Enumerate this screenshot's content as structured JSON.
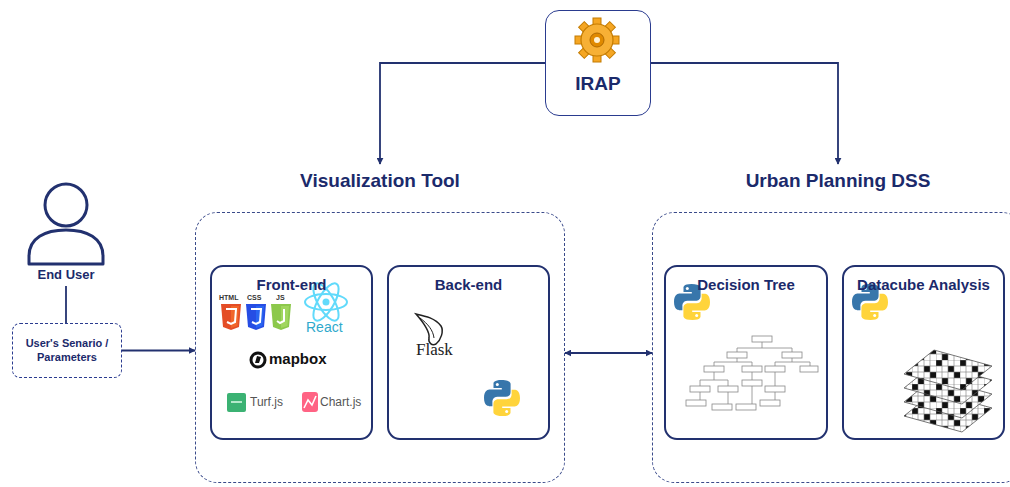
{
  "diagram": {
    "nodes": [
      {
        "text": [
          "IRAP"
        ]
      },
      {
        "text": [
          "End User"
        ]
      },
      {
        "text": [
          "User's Senario / Parameters"
        ]
      },
      {
        "text": [
          "Visualization Tool"
        ]
      },
      {
        "text": [
          "Front-end"
        ],
        "in": 3
      },
      {
        "text": [
          "Back-end"
        ],
        "in": 3
      },
      {
        "text": [
          "Urban Planning DSS"
        ]
      },
      {
        "text": [
          "Decision Tree"
        ],
        "in": 6
      },
      {
        "text": [
          "Datacube Analysis"
        ],
        "in": 6
      }
    ],
    "edges": [
      {
        "from": 0,
        "to": 3,
        "arrow": "to"
      },
      {
        "from": 0,
        "to": 6,
        "arrow": "to"
      },
      {
        "from": 1,
        "to": 2,
        "arrow": "none"
      },
      {
        "from": 2,
        "to": 3,
        "arrow": "to"
      },
      {
        "from": 3,
        "to": 6,
        "arrow": "both"
      }
    ],
    "labels": [
      "HTML",
      "CSS",
      "JS",
      "React",
      "mapbox",
      "Turf.js",
      "Chart.js",
      "Flask"
    ]
  }
}
